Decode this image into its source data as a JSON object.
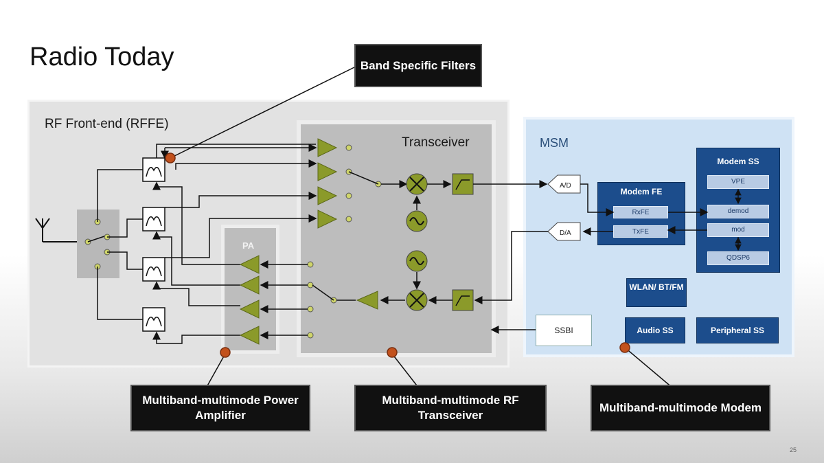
{
  "slide": {
    "title": "Radio Today",
    "page_number": "25"
  },
  "rffe": {
    "label": "RF Front-end (RFFE)"
  },
  "transceiver": {
    "label": "Transceiver"
  },
  "pa": {
    "label": "PA"
  },
  "msm": {
    "label": "MSM",
    "ad": "A/D",
    "da": "D/A",
    "modem_fe": {
      "title": "Modem FE",
      "rxfe": "RxFE",
      "txfe": "TxFE"
    },
    "modem_ss": {
      "title": "Modem SS",
      "items": [
        "VPE",
        "demod",
        "mod",
        "QDSP6"
      ]
    },
    "wlan": "WLAN/ BT/FM",
    "audio_ss": "Audio SS",
    "peripheral_ss": "Peripheral SS",
    "ssbi": "SSBI"
  },
  "callouts": {
    "filters": "Band Specific Filters",
    "pa": "Multiband-multimode Power Amplifier",
    "transceiver": "Multiband-multimode RF Transceiver",
    "modem": "Multiband-multimode Modem"
  },
  "colors": {
    "amp_green": "#8b9a2a",
    "pointer_orange": "#c2511c",
    "msm_blue": "#1c4d8c"
  }
}
